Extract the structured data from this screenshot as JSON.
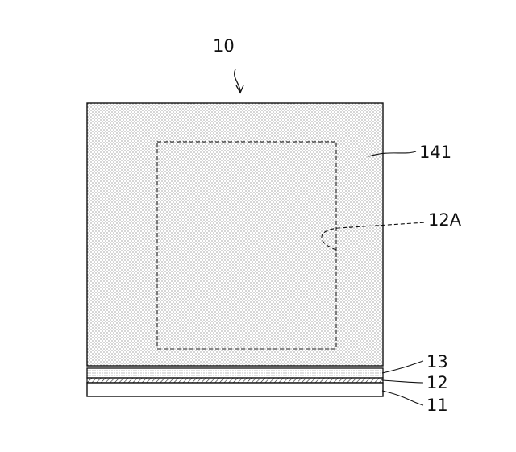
{
  "figure": {
    "reference_numeral": "10",
    "labels": {
      "layer_141": "141",
      "region_12A": "12A",
      "layer_13": "13",
      "layer_12": "12",
      "layer_11": "11"
    }
  },
  "colors": {
    "ink": "#111111",
    "stipple": "#333333",
    "background": "#ffffff"
  }
}
